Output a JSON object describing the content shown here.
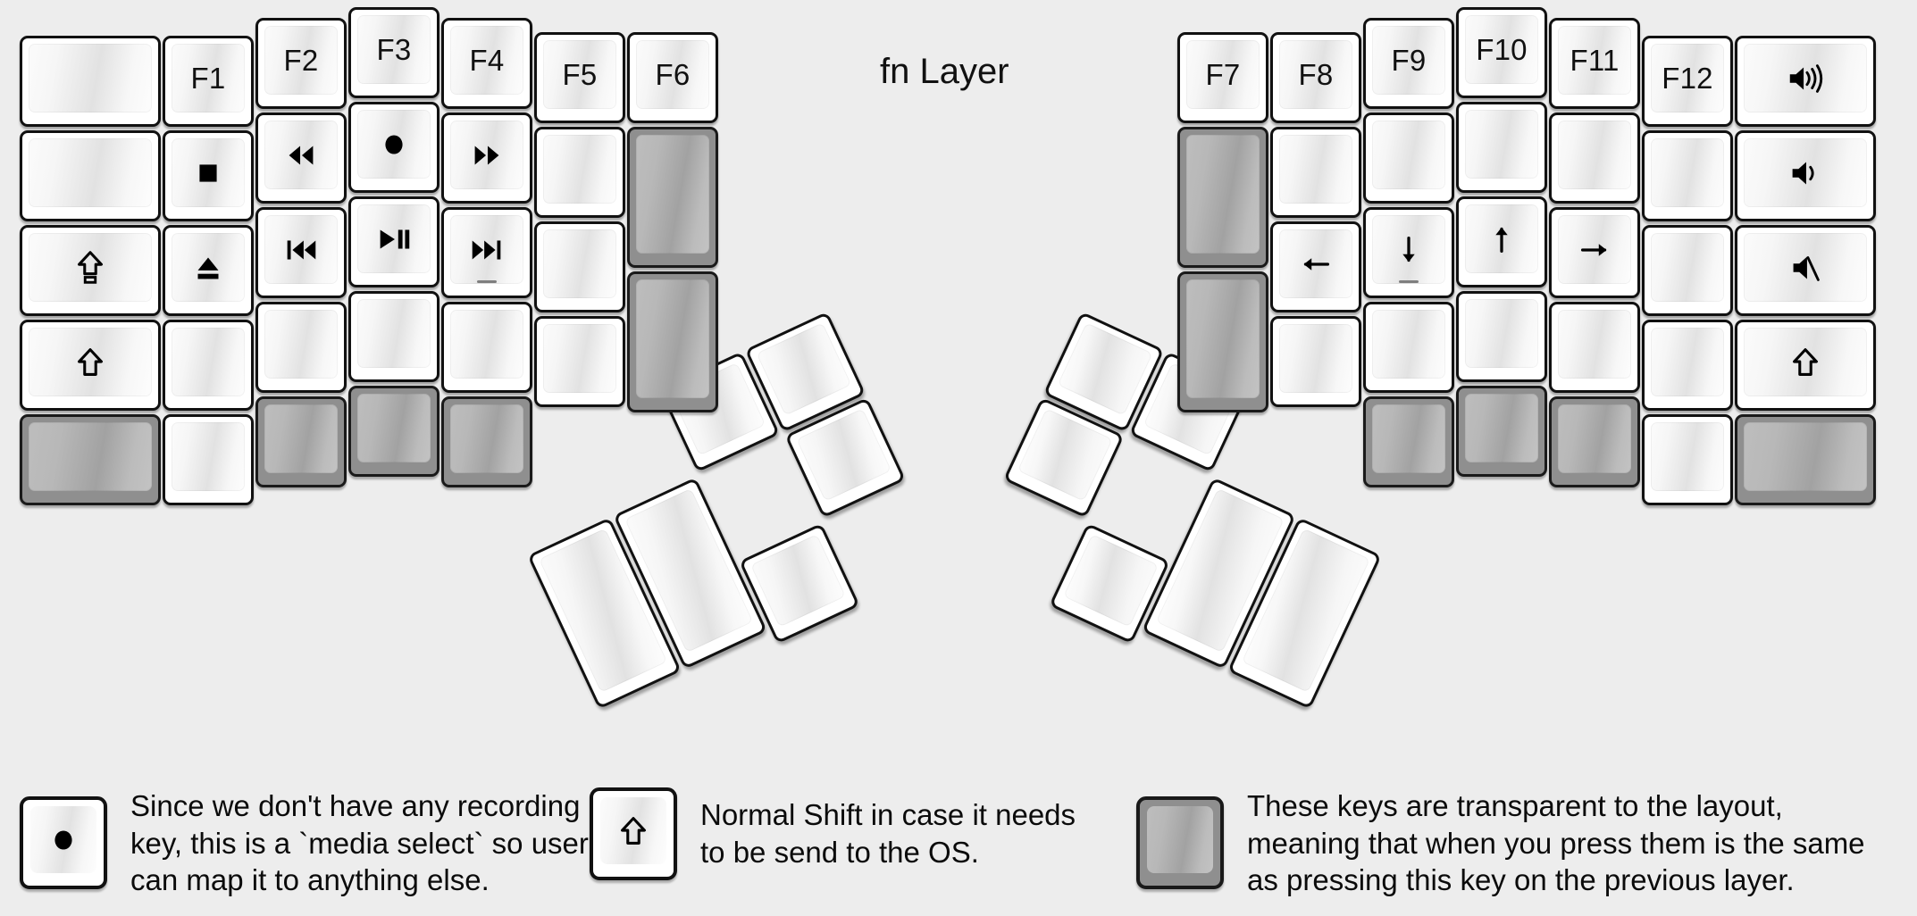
{
  "title": "fn Layer",
  "colors": {
    "background": "#ededed",
    "keycap_white": "#ffffff",
    "keycap_transparent": "#8f8f8f",
    "outline": "#111111",
    "text": "#111111"
  },
  "legend": [
    {
      "key_icon": "record-icon",
      "key_variant": "white",
      "text": "Since we don't have any recording\nkey, this is a `media select` so user\ncan map it to anything else."
    },
    {
      "key_icon": "shift-arrow-icon",
      "key_variant": "white",
      "text": "Normal Shift in case it needs\nto be send to the OS."
    },
    {
      "key_icon": "none",
      "key_variant": "transparent",
      "text": "These keys are transparent to the layout,\nmeaning that when you press them is the same\nas pressing this key on the previous layer."
    }
  ],
  "left_half": {
    "columns": [
      {
        "name": "col-pinky-outer",
        "keys": [
          {
            "label": "",
            "icon": "none",
            "variant": "white"
          },
          {
            "label": "",
            "icon": "none",
            "variant": "white"
          },
          {
            "label": "",
            "icon": "caps-lock-icon",
            "variant": "white"
          },
          {
            "label": "",
            "icon": "shift-arrow-icon",
            "variant": "white"
          },
          {
            "label": "",
            "icon": "none",
            "variant": "transparent"
          }
        ]
      },
      {
        "name": "col-pinky",
        "keys": [
          {
            "label": "F1",
            "icon": "none",
            "variant": "white"
          },
          {
            "label": "",
            "icon": "media-stop-icon",
            "variant": "white"
          },
          {
            "label": "",
            "icon": "media-eject-icon",
            "variant": "white"
          },
          {
            "label": "",
            "icon": "none",
            "variant": "white"
          },
          {
            "label": "",
            "icon": "none",
            "variant": "white"
          }
        ]
      },
      {
        "name": "col-ring",
        "keys": [
          {
            "label": "F2",
            "icon": "none",
            "variant": "white"
          },
          {
            "label": "",
            "icon": "media-rewind-icon",
            "variant": "white"
          },
          {
            "label": "",
            "icon": "media-prev-track-icon",
            "variant": "white"
          },
          {
            "label": "",
            "icon": "none",
            "variant": "white"
          },
          {
            "label": "",
            "icon": "none",
            "variant": "transparent"
          }
        ]
      },
      {
        "name": "col-middle",
        "keys": [
          {
            "label": "F3",
            "icon": "none",
            "variant": "white"
          },
          {
            "label": "",
            "icon": "media-record-icon",
            "variant": "white"
          },
          {
            "label": "",
            "icon": "media-play-pause-icon",
            "variant": "white"
          },
          {
            "label": "",
            "icon": "none",
            "variant": "white"
          },
          {
            "label": "",
            "icon": "none",
            "variant": "transparent"
          }
        ]
      },
      {
        "name": "col-index",
        "keys": [
          {
            "label": "F4",
            "icon": "none",
            "variant": "white"
          },
          {
            "label": "",
            "icon": "media-fast-forward-icon",
            "variant": "white"
          },
          {
            "label": "",
            "icon": "media-next-track-icon",
            "variant": "white",
            "tick": true
          },
          {
            "label": "",
            "icon": "none",
            "variant": "white"
          },
          {
            "label": "",
            "icon": "none",
            "variant": "transparent"
          }
        ]
      },
      {
        "name": "col-inner",
        "keys": [
          {
            "label": "F5",
            "icon": "none",
            "variant": "white"
          },
          {
            "label": "",
            "icon": "none",
            "variant": "white"
          },
          {
            "label": "",
            "icon": "none",
            "variant": "white"
          },
          {
            "label": "",
            "icon": "none",
            "variant": "white"
          }
        ]
      },
      {
        "name": "col-innermost",
        "keys": [
          {
            "label": "F6",
            "icon": "none",
            "variant": "white"
          },
          {
            "label": "",
            "icon": "none",
            "variant": "transparent"
          },
          {
            "label": "",
            "icon": "none",
            "variant": "transparent"
          }
        ]
      }
    ],
    "thumb_cluster": {
      "name": "left-thumb-cluster",
      "keys": [
        {
          "label": "",
          "icon": "none",
          "variant": "white",
          "size": "tall"
        },
        {
          "label": "",
          "icon": "none",
          "variant": "white",
          "size": "tall"
        },
        {
          "label": "",
          "icon": "none",
          "variant": "white",
          "size": "small"
        },
        {
          "label": "",
          "icon": "none",
          "variant": "white",
          "size": "small"
        },
        {
          "label": "",
          "icon": "none",
          "variant": "white",
          "size": "small"
        },
        {
          "label": "",
          "icon": "none",
          "variant": "white",
          "size": "small"
        }
      ]
    }
  },
  "right_half": {
    "columns": [
      {
        "name": "col-innermost",
        "keys": [
          {
            "label": "F7",
            "icon": "none",
            "variant": "white"
          },
          {
            "label": "",
            "icon": "none",
            "variant": "transparent"
          },
          {
            "label": "",
            "icon": "none",
            "variant": "transparent"
          }
        ]
      },
      {
        "name": "col-inner",
        "keys": [
          {
            "label": "F8",
            "icon": "none",
            "variant": "white"
          },
          {
            "label": "",
            "icon": "none",
            "variant": "white"
          },
          {
            "label": "",
            "icon": "arrow-left-icon",
            "variant": "white"
          },
          {
            "label": "",
            "icon": "none",
            "variant": "white"
          }
        ]
      },
      {
        "name": "col-index",
        "keys": [
          {
            "label": "F9",
            "icon": "none",
            "variant": "white"
          },
          {
            "label": "",
            "icon": "none",
            "variant": "white"
          },
          {
            "label": "",
            "icon": "arrow-down-icon",
            "variant": "white",
            "tick": true
          },
          {
            "label": "",
            "icon": "none",
            "variant": "white"
          },
          {
            "label": "",
            "icon": "none",
            "variant": "transparent"
          }
        ]
      },
      {
        "name": "col-middle",
        "keys": [
          {
            "label": "F10",
            "icon": "none",
            "variant": "white"
          },
          {
            "label": "",
            "icon": "none",
            "variant": "white"
          },
          {
            "label": "",
            "icon": "arrow-up-icon",
            "variant": "white"
          },
          {
            "label": "",
            "icon": "none",
            "variant": "white"
          },
          {
            "label": "",
            "icon": "none",
            "variant": "transparent"
          }
        ]
      },
      {
        "name": "col-ring",
        "keys": [
          {
            "label": "F11",
            "icon": "none",
            "variant": "white"
          },
          {
            "label": "",
            "icon": "none",
            "variant": "white"
          },
          {
            "label": "",
            "icon": "arrow-right-icon",
            "variant": "white"
          },
          {
            "label": "",
            "icon": "none",
            "variant": "white"
          },
          {
            "label": "",
            "icon": "none",
            "variant": "transparent"
          }
        ]
      },
      {
        "name": "col-pinky",
        "keys": [
          {
            "label": "F12",
            "icon": "none",
            "variant": "white"
          },
          {
            "label": "",
            "icon": "none",
            "variant": "white"
          },
          {
            "label": "",
            "icon": "none",
            "variant": "white"
          },
          {
            "label": "",
            "icon": "none",
            "variant": "white"
          },
          {
            "label": "",
            "icon": "none",
            "variant": "white"
          }
        ]
      },
      {
        "name": "col-pinky-outer",
        "keys": [
          {
            "label": "",
            "icon": "volume-up-icon",
            "variant": "white"
          },
          {
            "label": "",
            "icon": "volume-down-icon",
            "variant": "white"
          },
          {
            "label": "",
            "icon": "volume-mute-icon",
            "variant": "white"
          },
          {
            "label": "",
            "icon": "shift-arrow-icon",
            "variant": "white"
          },
          {
            "label": "",
            "icon": "none",
            "variant": "transparent"
          }
        ]
      }
    ],
    "thumb_cluster": {
      "name": "right-thumb-cluster",
      "keys": [
        {
          "label": "",
          "icon": "none",
          "variant": "white",
          "size": "tall"
        },
        {
          "label": "",
          "icon": "none",
          "variant": "white",
          "size": "tall"
        },
        {
          "label": "",
          "icon": "none",
          "variant": "white",
          "size": "small"
        },
        {
          "label": "",
          "icon": "none",
          "variant": "white",
          "size": "small"
        },
        {
          "label": "",
          "icon": "none",
          "variant": "white",
          "size": "small"
        },
        {
          "label": "",
          "icon": "none",
          "variant": "white",
          "size": "small"
        }
      ]
    }
  }
}
